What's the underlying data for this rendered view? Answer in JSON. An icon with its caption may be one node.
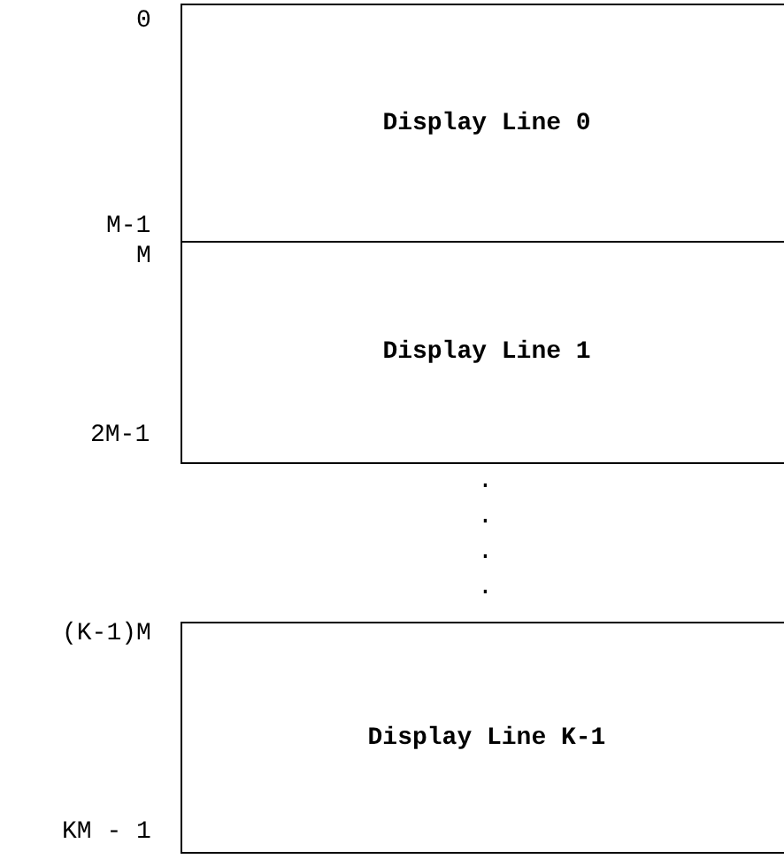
{
  "diagram": {
    "nodes": [
      {
        "text": [
          "Display Line 0"
        ]
      },
      {
        "text": [
          "Display Line 1"
        ]
      },
      {
        "text": [
          "Display Line K-1"
        ]
      }
    ],
    "labels": [
      "0",
      "M-1",
      "M",
      "2M-1",
      ".",
      ".",
      ".",
      ".",
      "(K-1)M",
      "KM - 1"
    ]
  }
}
